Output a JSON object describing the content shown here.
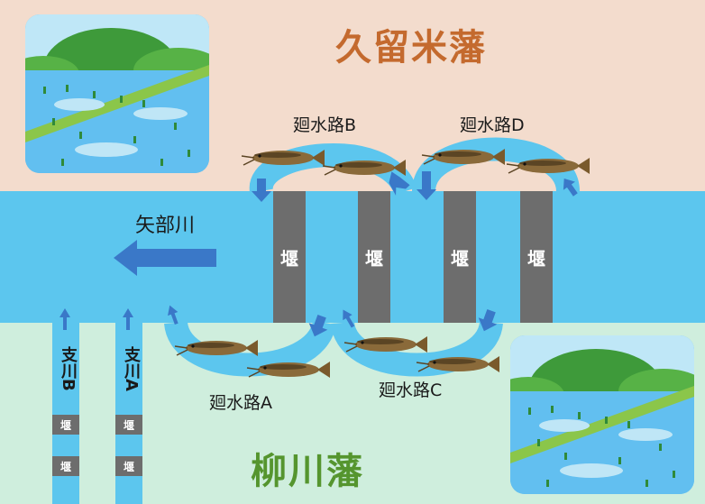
{
  "regions": {
    "top": "久留米藩",
    "bottom": "柳川藩"
  },
  "river": {
    "label": "矢部川"
  },
  "weir_label": "堰",
  "canals": {
    "a": "廻水路A",
    "b": "廻水路B",
    "c": "廻水路C",
    "d": "廻水路D"
  },
  "branches": {
    "b": {
      "label": "支川B",
      "weirs": [
        "堰",
        "堰"
      ]
    },
    "a": {
      "label": "支川A",
      "weirs": [
        "堰",
        "堰"
      ]
    }
  },
  "colors": {
    "top_band": "#f3dccd",
    "river": "#5cc6ee",
    "bottom_band": "#cfeedd",
    "weir": "#6d6d6d",
    "arrow": "#3a78c8",
    "top_label": "#c46a2e",
    "bottom_label": "#55952e"
  },
  "icons": [
    "paddy-field-illustration",
    "catfish-illustration",
    "flow-arrow-icon"
  ]
}
